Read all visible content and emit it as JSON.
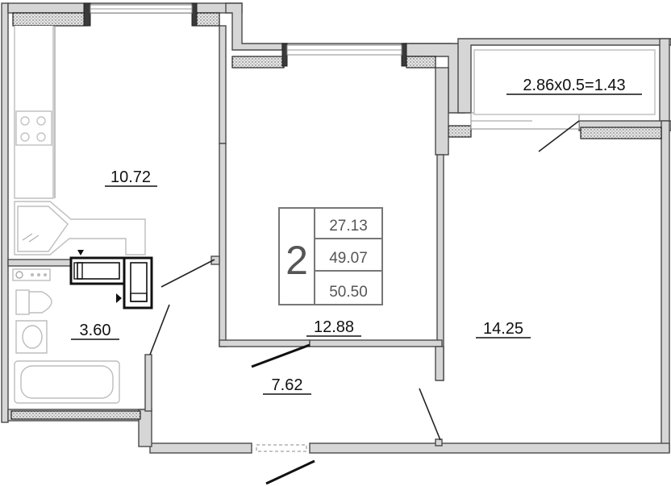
{
  "rooms": {
    "kitchen": "10.72",
    "living": "12.88",
    "bedroom": "14.25",
    "bathroom": "3.60",
    "hall": "7.62",
    "balcony": "2.86x0.5=1.43"
  },
  "summary": {
    "rooms_count": "2",
    "living_area": "27.13",
    "total_area": "49.07",
    "total_with_balcony": "50.50"
  }
}
